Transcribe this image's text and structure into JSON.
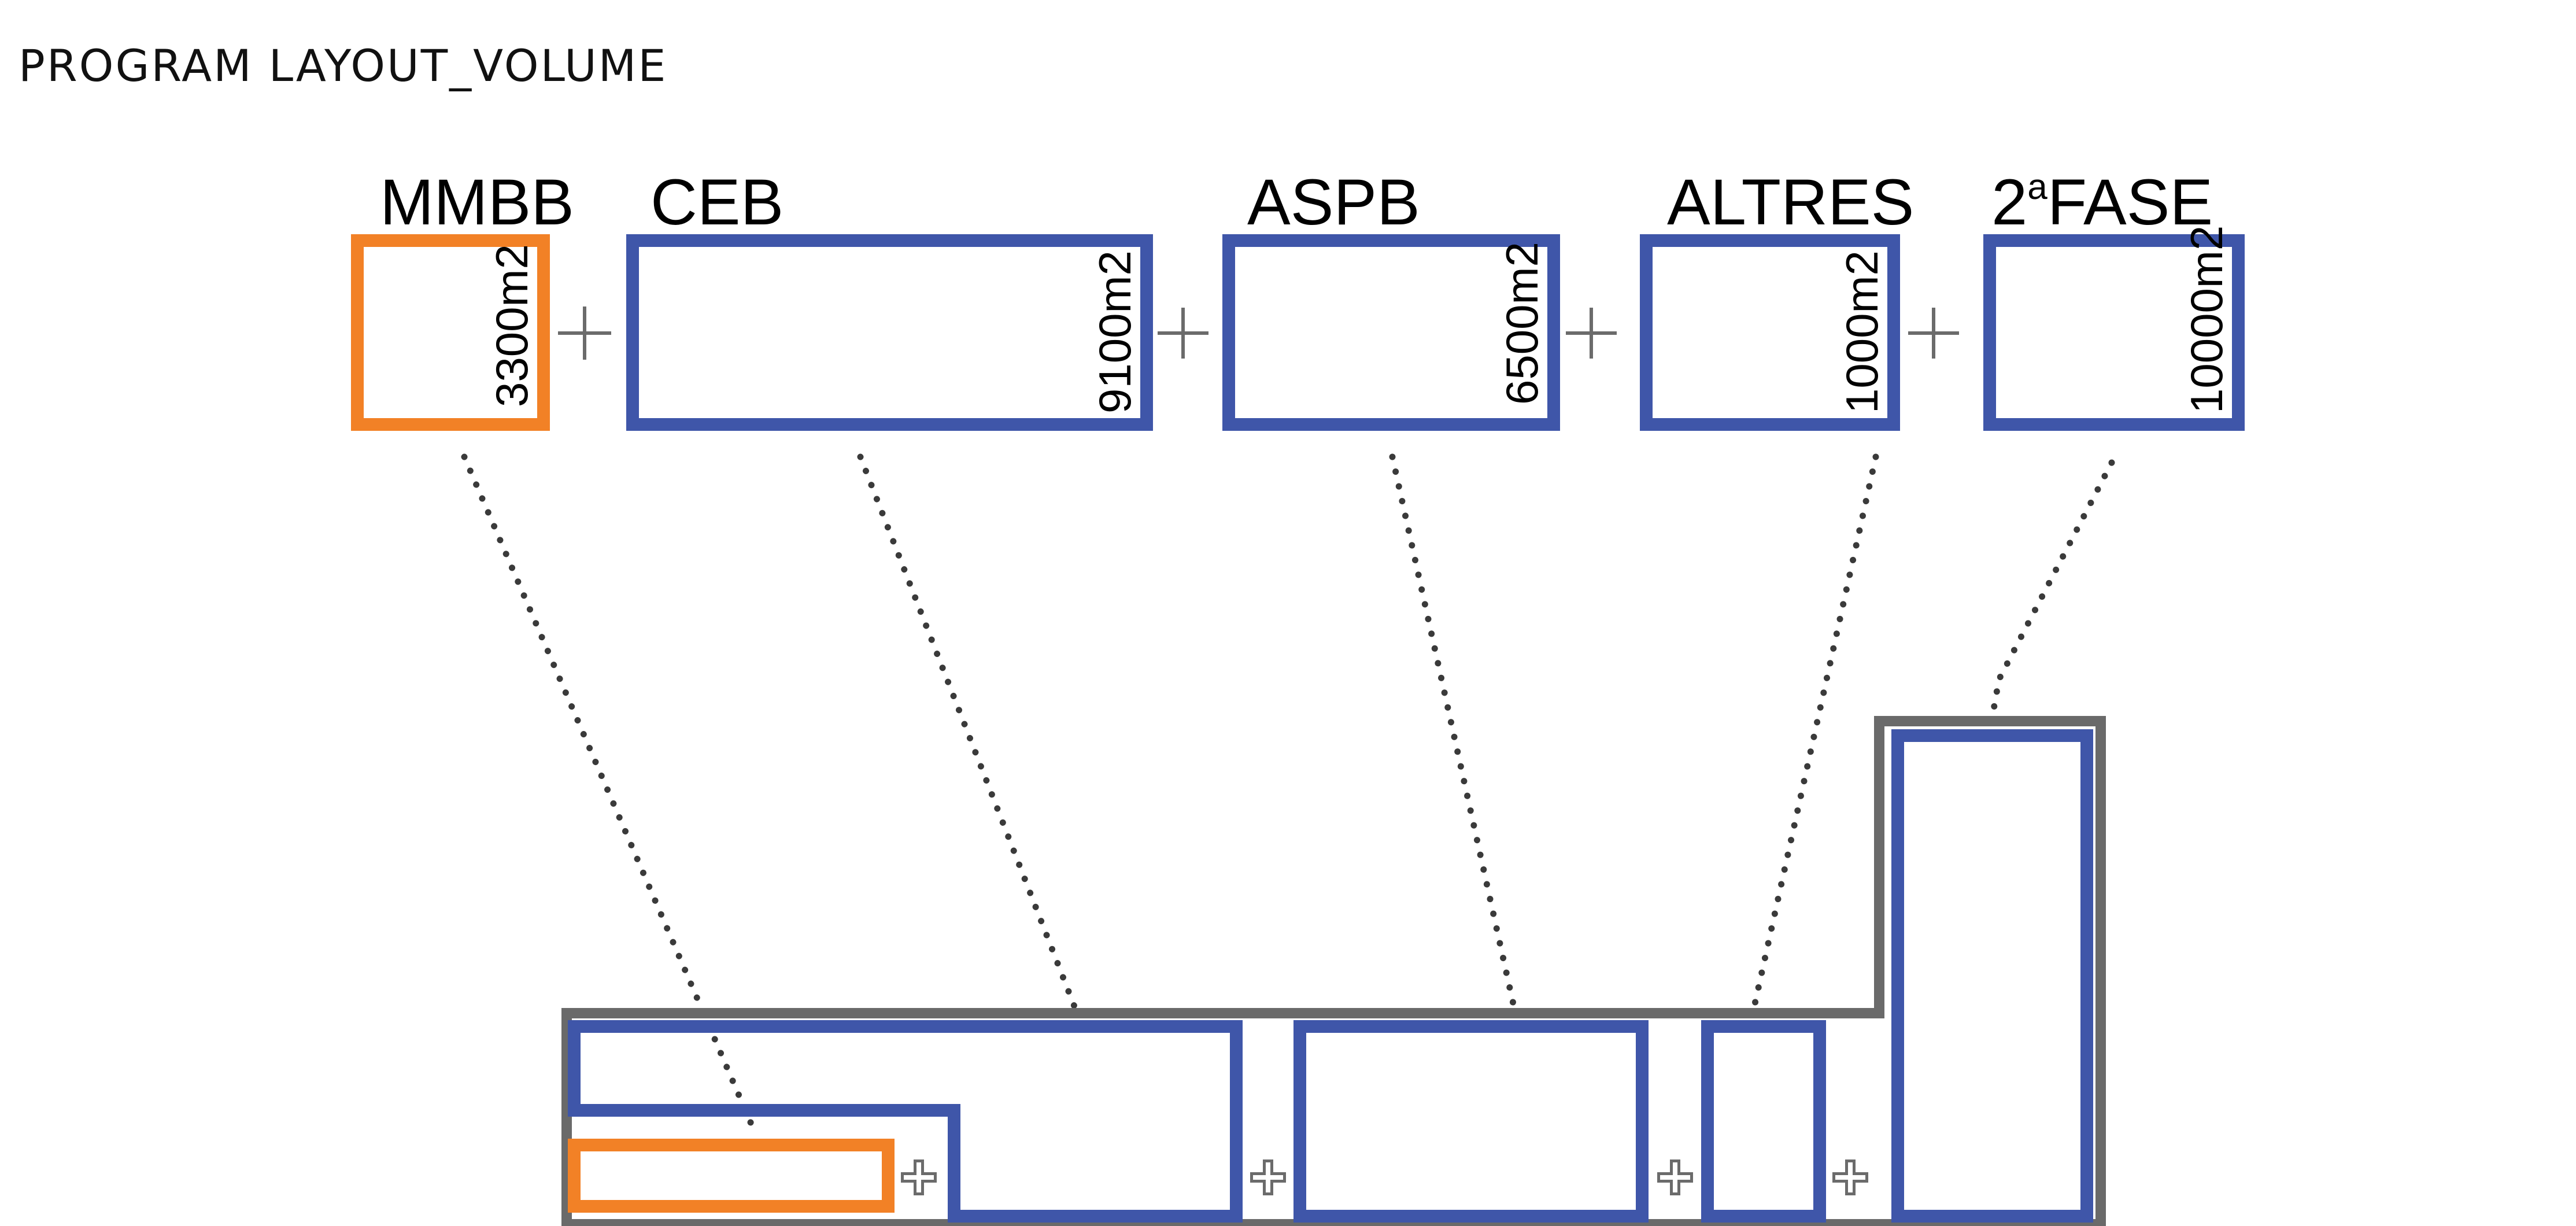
{
  "title": "PROGRAM LAYOUT_VOLUME",
  "colors": {
    "orange": "#f28126",
    "blue": "#3f56a9",
    "gray": "#6a6a6a",
    "leader": "#3a3a3a"
  },
  "programs": [
    {
      "id": "mmbb",
      "label": "MMBB",
      "area": "3300m2",
      "color": "orange"
    },
    {
      "id": "ceb",
      "label": "CEB",
      "area": "9100m2",
      "color": "blue"
    },
    {
      "id": "aspb",
      "label": "ASPB",
      "area": "6500m2",
      "color": "blue"
    },
    {
      "id": "altres",
      "label": "ALTRES",
      "area": "1000m2",
      "color": "blue"
    },
    {
      "id": "fase2",
      "label": "2",
      "label_sup": "a",
      "label_rest": "FASE",
      "area": "10000m2",
      "color": "blue"
    }
  ],
  "operator": "+"
}
